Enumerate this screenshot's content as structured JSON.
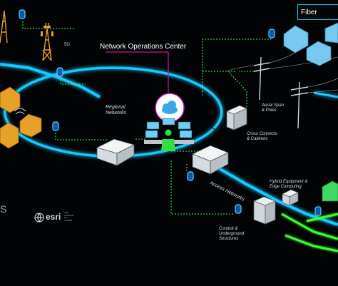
{
  "labels": {
    "noc": "Network Operations Center",
    "regional": "Regional\nNetworks",
    "access": "Access Networks",
    "aerial": "Aerial Span\n& Poles",
    "cross": "Cross Connects\n& Cabinets",
    "hybrid": "Hybrid Equipment &\nEdge Computing",
    "conduit": "Conduit &\nUnderground\nStructures",
    "tag": "Fiber",
    "five_g": "5G",
    "edge_s": "S",
    "logo": "esri",
    "logo_tagline": "THE\nSCIENCE\nOF\nWHERE"
  },
  "colors": {
    "background": "#020304",
    "fiber_glow": "#15c8ff",
    "dotted_line": "#3cff4c",
    "bright_green": "#39ff2e",
    "noc_line": "#c4149c",
    "buildings_blue": "#78c9f0",
    "buildings_orange": "#e7a028",
    "tag_border": "#00d6ff"
  },
  "icons": [
    "cell-tower-icon",
    "location-pin-icon",
    "cloud-icon",
    "operator-icon",
    "monitor-icon",
    "data-center-icon",
    "cabinet-icon",
    "utility-pole-icon",
    "house-icon",
    "esri-globe-icon"
  ]
}
